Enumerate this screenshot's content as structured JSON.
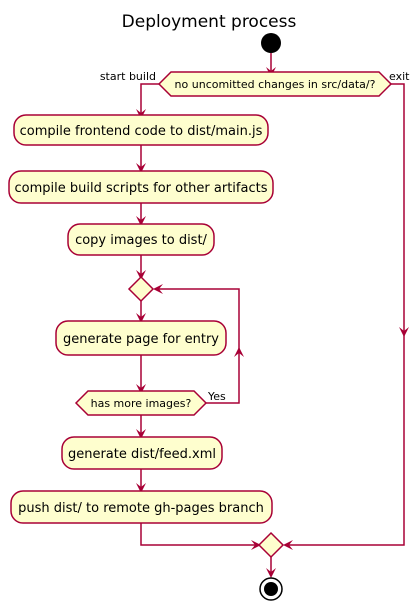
{
  "title": "Deployment process",
  "decision": {
    "question": "no uncomitted changes in src/data/?",
    "yes_label": "start build",
    "no_label": "exit"
  },
  "actions": {
    "compile_frontend": "compile frontend code to dist/main.js",
    "compile_scripts": "compile build scripts for other artifacts",
    "copy_images": "copy images to dist/",
    "generate_page": "generate page for entry",
    "generate_feed": "generate dist/feed.xml",
    "push": "push dist/ to remote gh-pages branch"
  },
  "loop": {
    "question": "has more images?",
    "repeat_label": "Yes"
  },
  "colors": {
    "line": "#A80036",
    "fill": "#FEFECE",
    "node_border": "#A80036",
    "start": "#000000"
  }
}
